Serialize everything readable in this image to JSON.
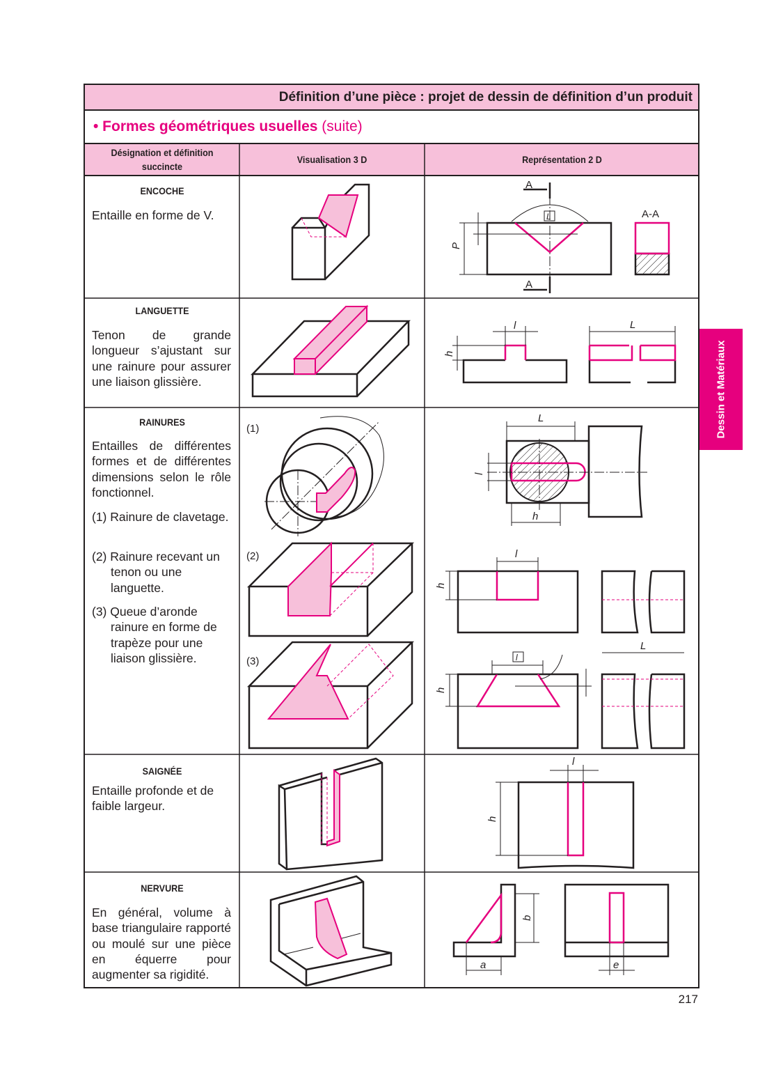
{
  "header": {
    "title": "Définition d’une pièce : projet de dessin de définition d’un produit"
  },
  "section": {
    "title": "• Formes géométriques usuelles",
    "suffix": " (suite)"
  },
  "columns": [
    "Désignation et définition succincte",
    "Visualisation 3 D",
    "Représentation 2 D"
  ],
  "rows": [
    {
      "name": "ENCOCHE",
      "text": "Entaille en forme de V.",
      "labels": {
        "a_top": "A",
        "a_bottom": "A",
        "section": "A-A",
        "L": "L",
        "P": "P"
      }
    },
    {
      "name": "LANGUETTE",
      "text": "Tenon de grande longueur s’ajustant sur une rainure pour assurer une liaison glissière.",
      "labels": {
        "h": "h",
        "l": "l",
        "L": "L"
      }
    },
    {
      "name": "RAINURES",
      "text": "Entailles de différentes formes et de différentes dimensions selon le rôle fonctionnel.",
      "items": [
        "(1) Rainure de clavetage.",
        "(2) Rainure recevant un tenon ou une languette.",
        "(3) Queue d’aronde rainure en forme de trapèze pour une liaison glissière."
      ],
      "markers": [
        "(1)",
        "(2)",
        "(3)"
      ],
      "labels": {
        "L": "L",
        "l": "l",
        "h": "h",
        "l2": "l",
        "h2": "h",
        "L2": "L",
        "l3": "l",
        "h3": "h"
      }
    },
    {
      "name": "SAIGNÉE",
      "text": "Entaille profonde et de faible largeur.",
      "labels": {
        "l": "l",
        "h": "h"
      }
    },
    {
      "name": "NERVURE",
      "text": "En général, volume à base triangulaire rapporté ou moulé sur une pièce en équerre pour augmenter sa rigidité.",
      "labels": {
        "a": "a",
        "b": "b",
        "e": "e"
      }
    }
  ],
  "side_tab": "Dessin et Matériaux",
  "page_number": "217",
  "colors": {
    "accent": "#e6007e",
    "pink": "#f7c0da"
  }
}
